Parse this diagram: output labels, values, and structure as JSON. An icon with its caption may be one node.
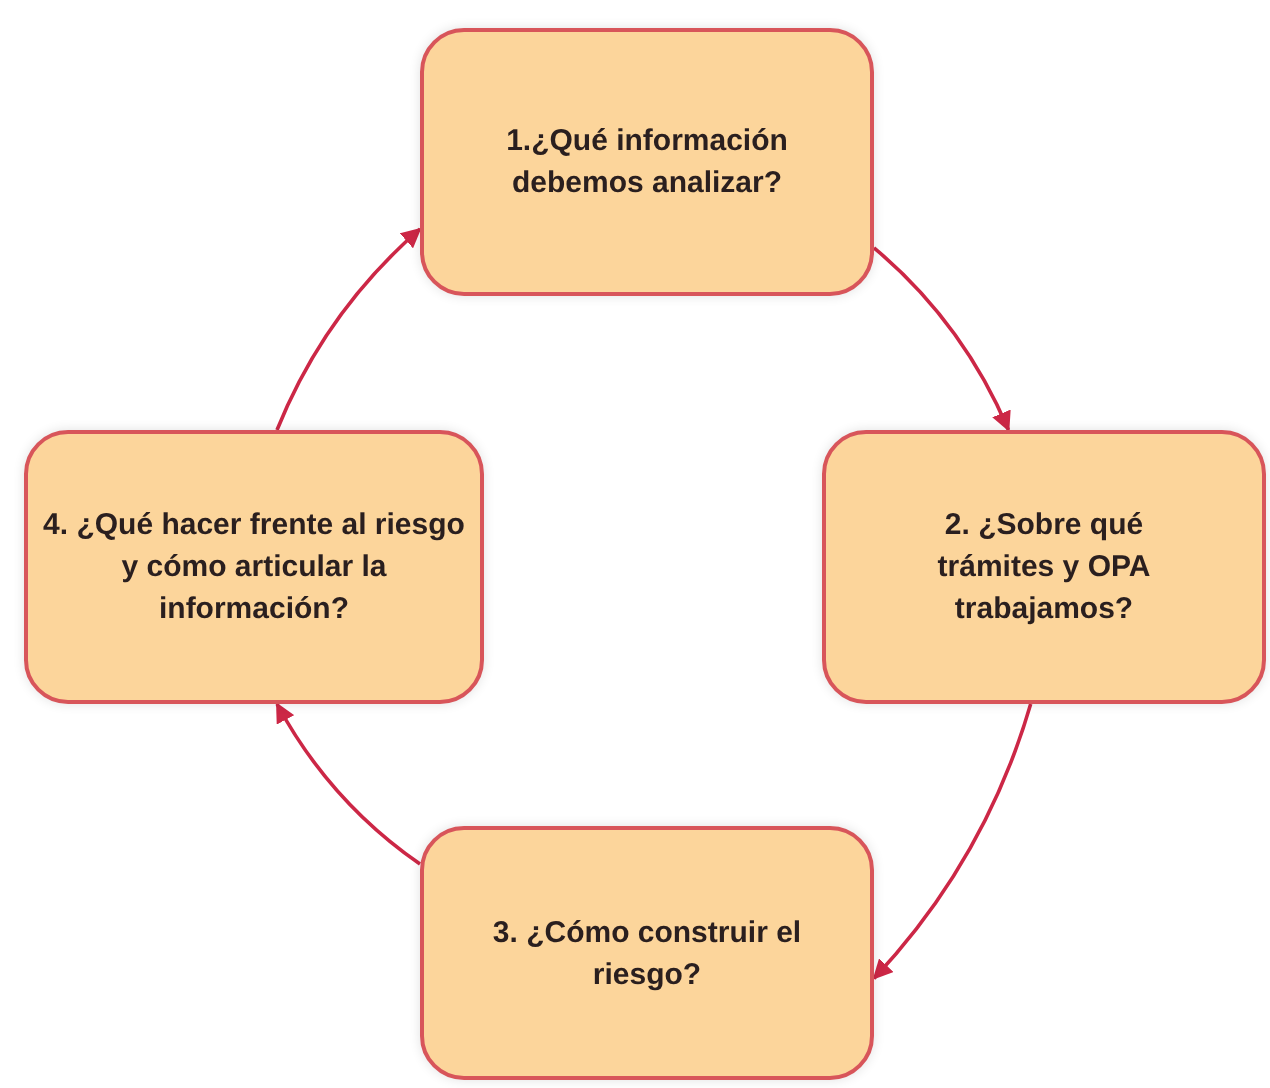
{
  "diagram": {
    "nodes": [
      {
        "text": [
          "1.¿Qué información debemos analizar?"
        ]
      },
      {
        "text": [
          "2. ¿Sobre qué trámites y OPA trabajamos?"
        ]
      },
      {
        "text": [
          "3. ¿Cómo construir el riesgo?"
        ]
      },
      {
        "text": [
          "4. ¿Qué hacer frente al riesgo y cómo articular la información?"
        ]
      }
    ],
    "edges": [
      {
        "from": 0,
        "to": 1,
        "arrow": "to"
      },
      {
        "from": 1,
        "to": 2,
        "arrow": "to"
      },
      {
        "from": 2,
        "to": 3,
        "arrow": "to"
      },
      {
        "from": 3,
        "to": 0,
        "arrow": "to"
      }
    ]
  }
}
